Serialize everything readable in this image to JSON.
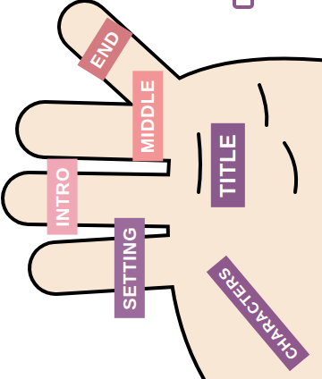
{
  "diagram": {
    "nodes": [
      {
        "text": [
          "TITLE"
        ]
      },
      {
        "text": [
          "CHARACTERS"
        ]
      },
      {
        "text": [
          "SETTING"
        ]
      },
      {
        "text": [
          "INTRO"
        ]
      },
      {
        "text": [
          "MIDDLE"
        ]
      },
      {
        "text": [
          "END"
        ]
      }
    ]
  }
}
